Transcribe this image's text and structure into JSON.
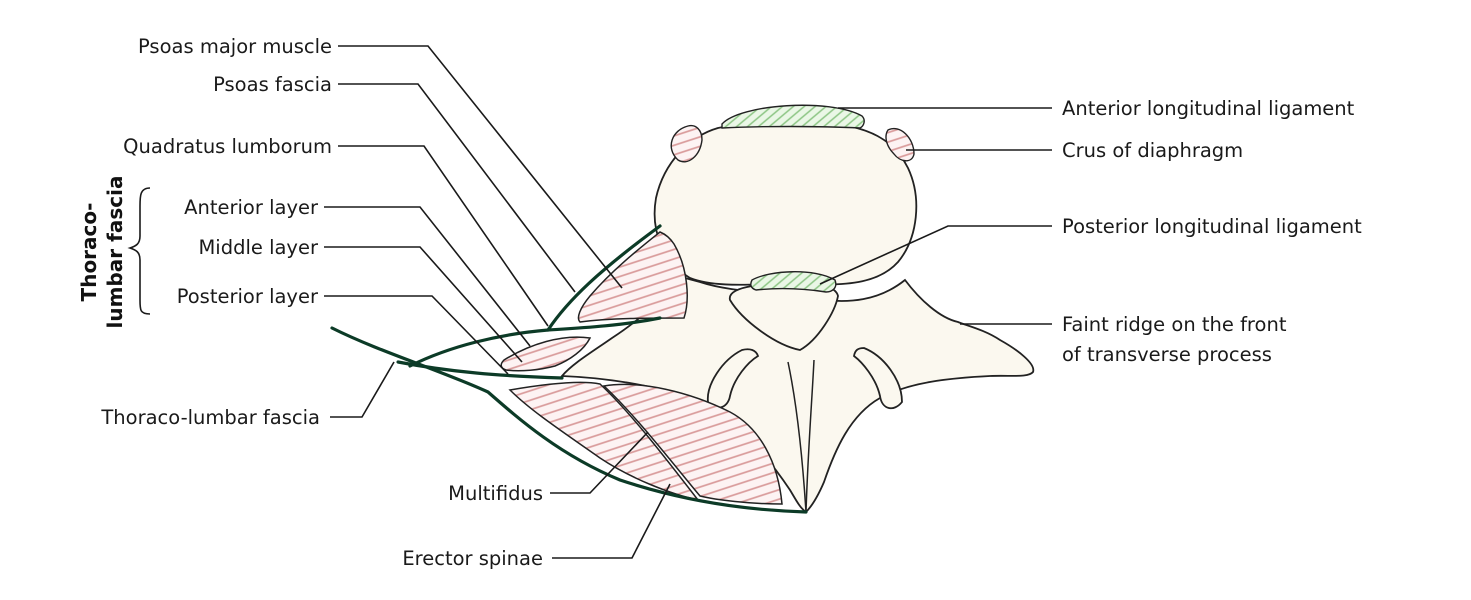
{
  "labels": {
    "psoas_major_muscle": "Psoas major muscle",
    "psoas_fascia": "Psoas fascia",
    "quadratus_lumborum": "Quadratus lumborum",
    "anterior_layer": "Anterior layer",
    "middle_layer": "Middle layer",
    "posterior_layer": "Posterior layer",
    "thoraco_lumbar_fascia_group_line1": "Thoraco-",
    "thoraco_lumbar_fascia_group_line2": "lumbar fascia",
    "thoraco_lumbar_fascia": "Thoraco-lumbar fascia",
    "multifidus": "Multifidus",
    "erector_spinae": "Erector spinae",
    "anterior_longitudinal_ligament": "Anterior longitudinal ligament",
    "crus_of_diaphragm": "Crus of diaphragm",
    "posterior_longitudinal_ligament": "Posterior longitudinal ligament",
    "faint_ridge_line1": "Faint ridge on the front",
    "faint_ridge_line2": "of transverse process"
  },
  "colors": {
    "muscle_hatch": "#e9b7b7",
    "ligament_hatch": "#a9d8a3",
    "bone_fill": "#fbf8ef",
    "fascia_stroke": "#0c3b27"
  }
}
